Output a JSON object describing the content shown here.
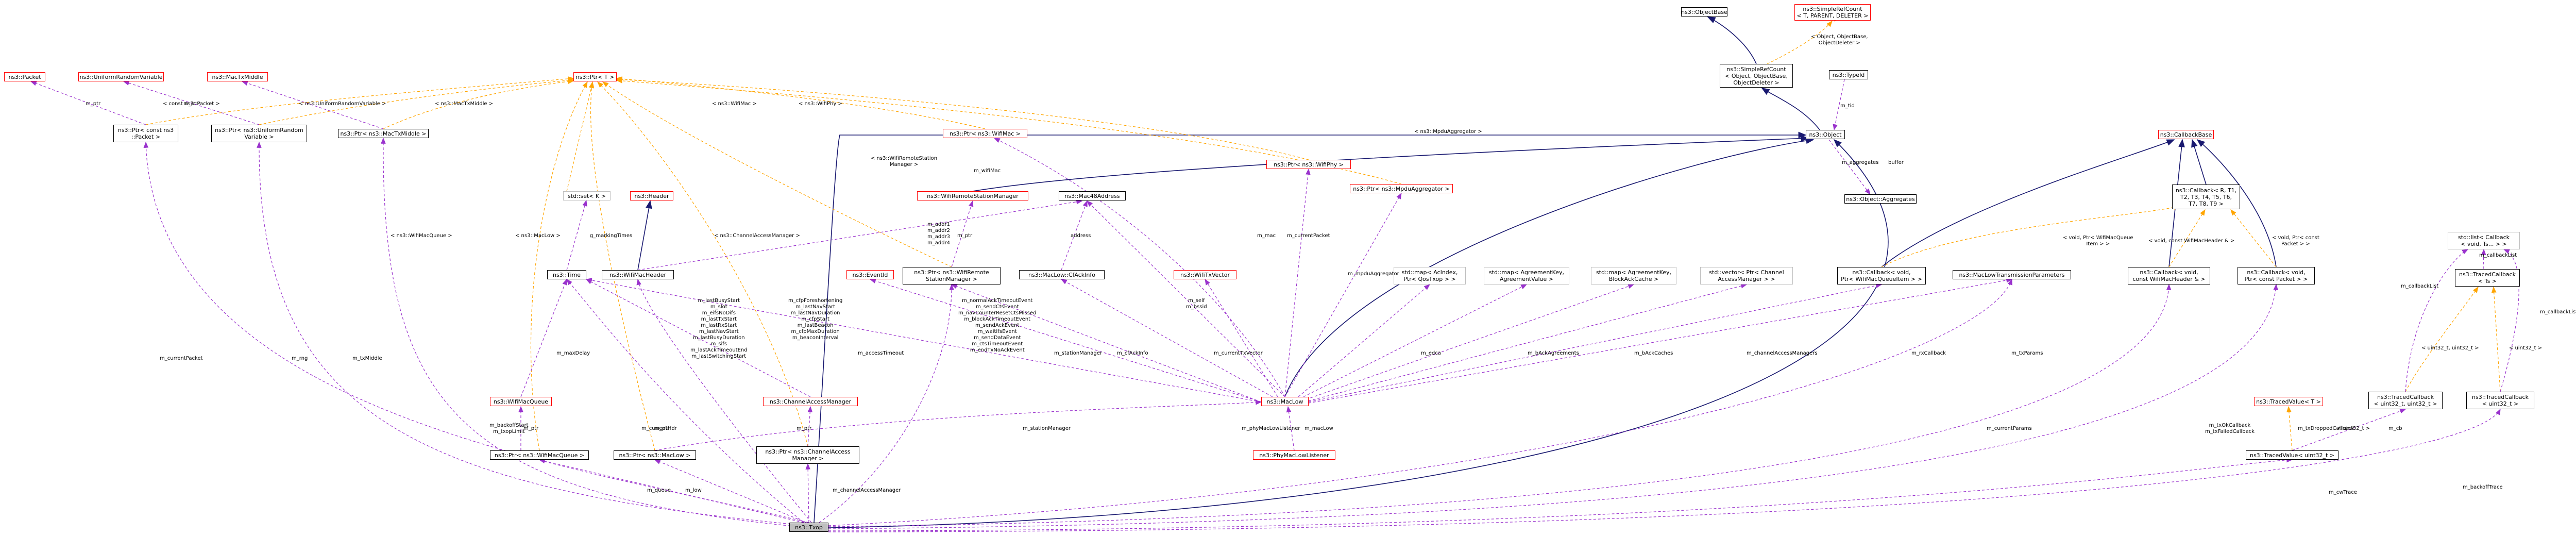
{
  "diagram": {
    "nodes": [
      {
        "id": "objectbase",
        "label": "ns3::ObjectBase",
        "style": "black"
      },
      {
        "id": "simplerefcount_tpl",
        "label": "ns3::SimpleRefCount\n< T, PARENT, DELETER >",
        "style": "red"
      },
      {
        "id": "simplerefcount",
        "label": "ns3::SimpleRefCount\n< Object, ObjectBase,\nObjectDeleter >",
        "style": "black"
      },
      {
        "id": "typeid",
        "label": "ns3::TypeId",
        "style": "black"
      },
      {
        "id": "object",
        "label": "ns3::Object",
        "style": "black"
      },
      {
        "id": "aggregates",
        "label": "ns3::Object::Aggregates",
        "style": "black"
      },
      {
        "id": "callbackbase",
        "label": "ns3::CallbackBase",
        "style": "red"
      },
      {
        "id": "callback_tpl",
        "label": "ns3::Callback< R, T1,\nT2, T3, T4, T5, T6,\nT7, T8, T9 >",
        "style": "black"
      },
      {
        "id": "ptr_t",
        "label": "ns3::Ptr< T >",
        "style": "red"
      },
      {
        "id": "packet",
        "label": "ns3::Packet",
        "style": "red"
      },
      {
        "id": "urv",
        "label": "ns3::UniformRandomVariable",
        "style": "red"
      },
      {
        "id": "mactxmiddle",
        "label": "ns3::MacTxMiddle",
        "style": "red"
      },
      {
        "id": "ptr_packet",
        "label": "ns3::Ptr< const ns3\n::Packet >",
        "style": "black"
      },
      {
        "id": "ptr_urv",
        "label": "ns3::Ptr< ns3::UniformRandom\nVariable >",
        "style": "black"
      },
      {
        "id": "ptr_mactxmiddle",
        "label": "ns3::Ptr< ns3::MacTxMiddle >",
        "style": "black"
      },
      {
        "id": "ptr_wifimac",
        "label": "ns3::Ptr< ns3::WifiMac >",
        "style": "red"
      },
      {
        "id": "ptr_wifiphy",
        "label": "ns3::Ptr< ns3::WifiPhy >",
        "style": "red"
      },
      {
        "id": "ptr_mpdu",
        "label": "ns3::Ptr< ns3::MpduAggregator >",
        "style": "red"
      },
      {
        "id": "stdset",
        "label": "std::set< K >",
        "style": "gray"
      },
      {
        "id": "header",
        "label": "ns3::Header",
        "style": "red"
      },
      {
        "id": "wrsm",
        "label": "ns3::WifiRemoteStationManager",
        "style": "red"
      },
      {
        "id": "macaddress",
        "label": "ns3::Mac48Address",
        "style": "black"
      },
      {
        "id": "time",
        "label": "ns3::Time",
        "style": "black"
      },
      {
        "id": "wifimacheader",
        "label": "ns3::WifiMacHeader",
        "style": "black"
      },
      {
        "id": "eventid",
        "label": "ns3::EventId",
        "style": "red"
      },
      {
        "id": "ptr_wrsm",
        "label": "ns3::Ptr< ns3::WifiRemote\nStationManager >",
        "style": "black"
      },
      {
        "id": "maclowctsinfo",
        "label": "ns3::MacLow::CfAckInfo",
        "style": "black"
      },
      {
        "id": "wifitxvector",
        "label": "ns3::WifiTxVector",
        "style": "red"
      },
      {
        "id": "map_acindex",
        "label": "std::map< AcIndex,\nPtr< QosTxop > >",
        "style": "gray"
      },
      {
        "id": "map_agreement",
        "label": "std::map< AgreementKey,\nAgreementValue >",
        "style": "gray"
      },
      {
        "id": "map_blockack",
        "label": "std::map< AgreementKey,\nBlockAckCache >",
        "style": "gray"
      },
      {
        "id": "vec_cam",
        "label": "std::vector< Ptr< Channel\nAccessManager > >",
        "style": "gray"
      },
      {
        "id": "cb_wifimacqueueitem",
        "label": "ns3::Callback< void,\nPtr< WifiMacQueueItem > >",
        "style": "black"
      },
      {
        "id": "mltp",
        "label": "ns3::MacLowTransmissionParameters",
        "style": "black"
      },
      {
        "id": "cb_wifimacheader",
        "label": "ns3::Callback< void,\nconst WifiMacHeader & >",
        "style": "black"
      },
      {
        "id": "cb_packet",
        "label": "ns3::Callback< void,\nPtr< const Packet > >",
        "style": "black"
      },
      {
        "id": "stdlist_cb",
        "label": "std::list< Callback\n< void, Ts... > >",
        "style": "gray"
      },
      {
        "id": "tracedcb_ts",
        "label": "ns3::TracedCallback\n< Ts >",
        "style": "black"
      },
      {
        "id": "wifimacqueue",
        "label": "ns3::WifiMacQueue",
        "style": "red"
      },
      {
        "id": "cam",
        "label": "ns3::ChannelAccessManager",
        "style": "red"
      },
      {
        "id": "maclow",
        "label": "ns3::MacLow",
        "style": "red"
      },
      {
        "id": "tracedvalue_t",
        "label": "ns3::TracedValue< T >",
        "style": "red"
      },
      {
        "id": "tracedcb_u32u32",
        "label": "ns3::TracedCallback\n< uint32_t, uint32_t >",
        "style": "black"
      },
      {
        "id": "tracedcb_u32",
        "label": "ns3::TracedCallback\n< uint32_t >",
        "style": "black"
      },
      {
        "id": "ptr_wifimacqueue",
        "label": "ns3::Ptr< ns3::WifiMacQueue >",
        "style": "black"
      },
      {
        "id": "ptr_maclow",
        "label": "ns3::Ptr< ns3::MacLow >",
        "style": "black"
      },
      {
        "id": "ptr_cam",
        "label": "ns3::Ptr< ns3::ChannelAccess\nManager >",
        "style": "black"
      },
      {
        "id": "phymaclowlistener",
        "label": "ns3::PhyMacLowListener",
        "style": "red"
      },
      {
        "id": "tracedvalue_u32",
        "label": "ns3::TracedValue< uint32_t >",
        "style": "black"
      },
      {
        "id": "txop",
        "label": "ns3::Txop",
        "style": "focus"
      }
    ],
    "edge_labels": [
      {
        "id": "l_objbase",
        "text": "< Object, ObjectBase,\nObjectDeleter >"
      },
      {
        "id": "l_tid",
        "text": "m_tid"
      },
      {
        "id": "l_aggregates",
        "text": "m_aggregates"
      },
      {
        "id": "l_buffer",
        "text": "buffer"
      },
      {
        "id": "l_ptrpacket",
        "text": "m_ptr"
      },
      {
        "id": "l_ptrurv",
        "text": "m_ptr"
      },
      {
        "id": "l_t_packet",
        "text": "< const ns3::Packet >"
      },
      {
        "id": "l_t_urv",
        "text": "< ns3::UniformRandomVariable >"
      },
      {
        "id": "l_t_mactxmiddle",
        "text": "< ns3::MacTxMiddle >"
      },
      {
        "id": "l_t_wifimac",
        "text": "< ns3::WifiMac >"
      },
      {
        "id": "l_t_wifiphy",
        "text": "< ns3::WifiPhy >"
      },
      {
        "id": "l_t_mpdu",
        "text": "< ns3::MpduAggregator >"
      },
      {
        "id": "l_t_wrsm",
        "text": "< ns3::WifiRemoteStation\nManager >"
      },
      {
        "id": "l_wifimac",
        "text": "m_wifiMac"
      },
      {
        "id": "l_ptr_wrsm",
        "text": "m_ptr"
      },
      {
        "id": "l_addr",
        "text": "m_addr1\nm_addr2\nm_addr3\nm_addr4"
      },
      {
        "id": "l_address",
        "text": "address"
      },
      {
        "id": "l_marking",
        "text": "g_markingTimes"
      },
      {
        "id": "l_t_wifimacqueue",
        "text": "< ns3::WifiMacQueue >"
      },
      {
        "id": "l_t_maclow",
        "text": "< ns3::MacLow >"
      },
      {
        "id": "l_t_cam",
        "text": "< ns3::ChannelAccessManager >"
      },
      {
        "id": "l_times",
        "text": "m_lastBusyStart\nm_slot\nm_eifsNoDifs\nm_lastTxStart\nm_lastRxStart\nm_lastNavStart\nm_lastBusyDuration\nm_sifs\nm_lastAckTimeoutEnd\nm_lastSwitchingStart"
      },
      {
        "id": "l_cfp",
        "text": "m_cfpForeshortening\nm_lastNavStart\nm_lastNavDuration\nm_cfpStart\nm_lastBeacon\nm_cfpMaxDuration\nm_beaconInterval"
      },
      {
        "id": "l_events",
        "text": "m_normalAckTimeoutEvent\nm_sendCtsEvent\nm_navCounterResetCtsMissed\nm_blockAckTimeoutEvent\nm_sendAckEvent\nm_waitIfsEvent\nm_sendDataEvent\nm_ctsTimeoutEvent\nm_endTxNoAckEvent"
      },
      {
        "id": "l_self",
        "text": "m_self\nm_bssid"
      },
      {
        "id": "l_mac",
        "text": "m_mac"
      },
      {
        "id": "l_currentpacket_ml",
        "text": "m_currentPacket"
      },
      {
        "id": "l_mpduagg",
        "text": "m_mpduAggregator"
      },
      {
        "id": "l_maxdelay",
        "text": "m_maxDelay"
      },
      {
        "id": "l_accesstimeout",
        "text": "m_accessTimeout"
      },
      {
        "id": "l_stationmanager_ml",
        "text": "m_stationManager"
      },
      {
        "id": "l_cfackinfo",
        "text": "m_cfAckInfo"
      },
      {
        "id": "l_currenttxvector",
        "text": "m_currentTxVector"
      },
      {
        "id": "l_edca",
        "text": "m_edca"
      },
      {
        "id": "l_bagreements",
        "text": "m_bAckAgreements"
      },
      {
        "id": "l_bcaches",
        "text": "m_bAckCaches"
      },
      {
        "id": "l_cams",
        "text": "m_channelAccessManagers"
      },
      {
        "id": "l_rxcallback",
        "text": "m_rxCallback"
      },
      {
        "id": "l_txparams",
        "text": "m_txParams"
      },
      {
        "id": "l_cblist",
        "text": "m_callbackList"
      },
      {
        "id": "l_cblist2",
        "text": "m_callbackList"
      },
      {
        "id": "l_cblist3",
        "text": "m_callbackList"
      },
      {
        "id": "l_vwifimacqueueitem",
        "text": "< void, Ptr< WifiMacQueue\nItem > >"
      },
      {
        "id": "l_vwifimacheader",
        "text": "< void, const WifiMacHeader & >"
      },
      {
        "id": "l_vpacket",
        "text": "< void, Ptr< const\nPacket > >"
      },
      {
        "id": "l_u32u32",
        "text": "< uint32_t, uint32_t >"
      },
      {
        "id": "l_u32",
        "text": "< uint32_t >"
      },
      {
        "id": "l_ptr_queue",
        "text": "m_ptr"
      },
      {
        "id": "l_ptr_low",
        "text": "m_ptr"
      },
      {
        "id": "l_ptr_cam",
        "text": "m_ptr"
      },
      {
        "id": "l_listener",
        "text": "m_phyMacLowListener"
      },
      {
        "id": "l_maclow",
        "text": "m_macLow"
      },
      {
        "id": "l_backoffstart",
        "text": "m_backoffStart\nm_txopLimit"
      },
      {
        "id": "l_currenthdr",
        "text": "m_currentHdr"
      },
      {
        "id": "l_stationmanager_tx",
        "text": "m_stationManager"
      },
      {
        "id": "l_currentparams",
        "text": "m_currentParams"
      },
      {
        "id": "l_txok",
        "text": "m_txOkCallback\nm_txFailedCallback"
      },
      {
        "id": "l_txdropped",
        "text": "m_txDroppedCallback"
      },
      {
        "id": "l_u32_tv",
        "text": "< uint32_t >"
      },
      {
        "id": "l_cb",
        "text": "m_cb"
      },
      {
        "id": "l_cwtrace",
        "text": "m_cwTrace"
      },
      {
        "id": "l_backofftrace",
        "text": "m_backoffTrace"
      },
      {
        "id": "l_currentpacket_tx",
        "text": "m_currentPacket"
      },
      {
        "id": "l_rng",
        "text": "m_rng"
      },
      {
        "id": "l_txmiddle",
        "text": "m_txMiddle"
      },
      {
        "id": "l_queue",
        "text": "m_queue"
      },
      {
        "id": "l_low",
        "text": "m_low"
      },
      {
        "id": "l_cam",
        "text": "m_channelAccessManager"
      }
    ]
  }
}
